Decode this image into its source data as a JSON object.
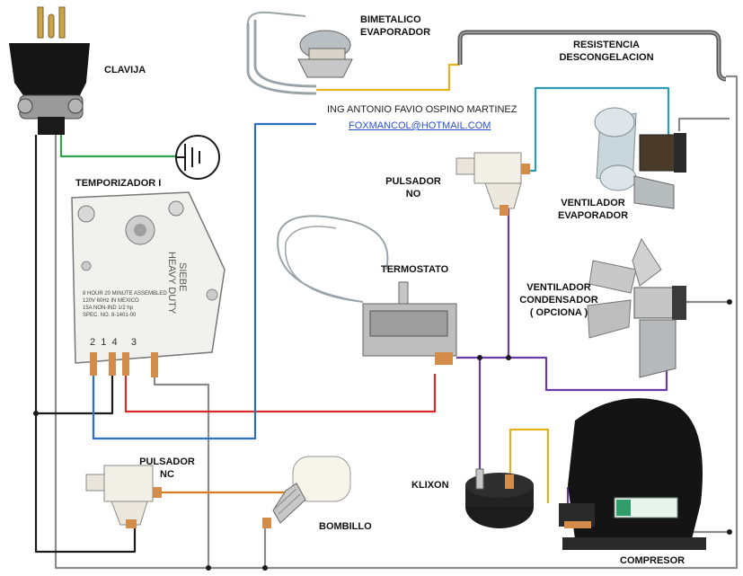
{
  "labels": {
    "clavija": "CLAVIJA",
    "temporizador": "TEMPORIZADOR I",
    "bimetalico_1": "BIMETALICO",
    "bimetalico_2": "EVAPORADOR",
    "resistencia_1": "RESISTENCIA",
    "resistencia_2": "DESCONGELACION",
    "author": "ING ANTONIO FAVIO OSPINO MARTINEZ",
    "email": "FOXMANCOL@HOTMAIL.COM",
    "pulsador_no_1": "PULSADOR",
    "pulsador_no_2": "NO",
    "ventilador_evap_1": "VENTILADOR",
    "ventilador_evap_2": "EVAPORADOR",
    "termostato": "TERMOSTATO",
    "ventilador_cond_1": "VENTILADOR",
    "ventilador_cond_2": "CONDENSADOR",
    "ventilador_cond_3": "( OPCIONA )",
    "pulsador_nc_1": "PULSADOR",
    "pulsador_nc_2": "NC",
    "bombillo": "BOMBILLO",
    "klixon": "KLIXON",
    "compresor": "COMPRESOR"
  },
  "timer_text": {
    "brand": "SIEBE",
    "brand_2": "HEAVY DUTY",
    "line1": "8 HOUR 20 MINUTE ASSEMBLED",
    "line2": "120V 60Hz        IN MEXICO",
    "line3": "15A NON-IND 1/2 hp",
    "line4": "SPEC. NO. 8-1401-00",
    "terminals": "2  1  4     3"
  },
  "wire_colors": {
    "black": "#1a1a1a",
    "gray": "#8a8a8a",
    "red": "#d42b2b",
    "blue": "#2b6fc2",
    "green": "#2fa34a",
    "orange": "#e07a1e",
    "yellow": "#e3b21c",
    "purple": "#6a3aa6",
    "teal": "#2c9bb5"
  }
}
